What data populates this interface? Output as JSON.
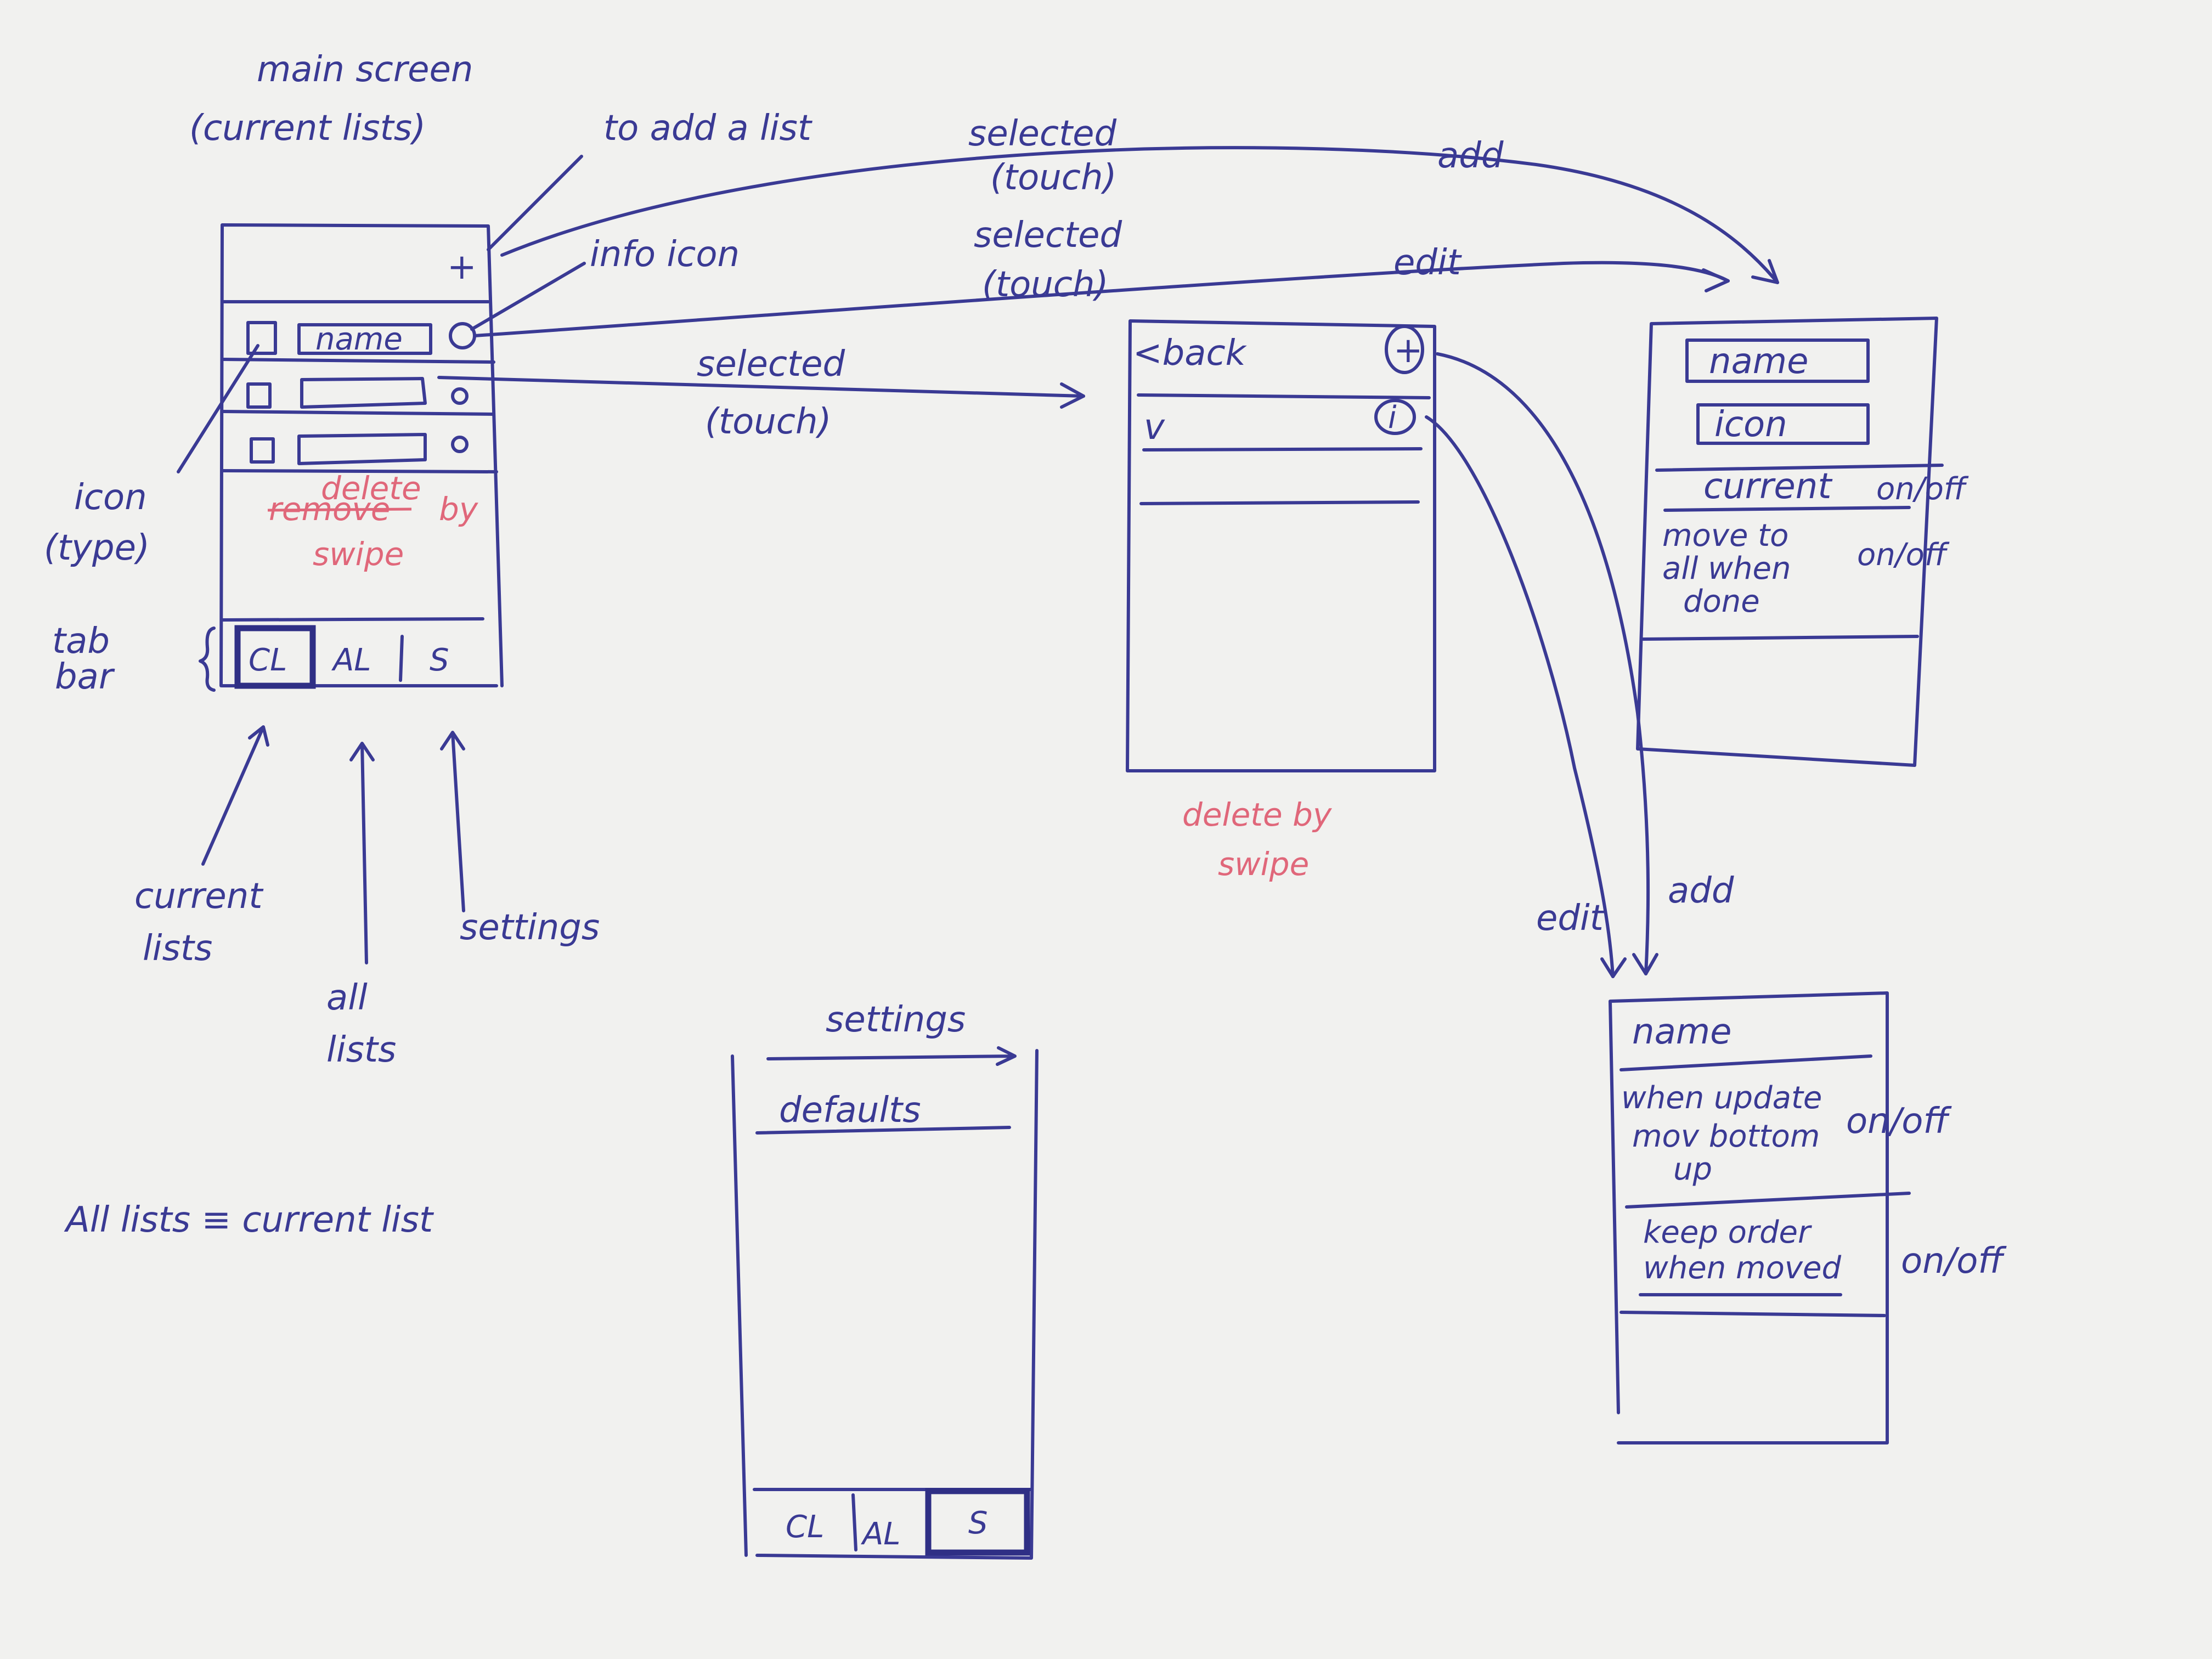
{
  "annotations": {
    "main_title_1": "main screen",
    "main_title_2": "(current lists)",
    "to_add_list": "to add a list",
    "info_icon": "info icon",
    "icon_type_1": "icon",
    "icon_type_2": "(type)",
    "tab_bar_1": "tab",
    "tab_bar_2": "bar",
    "current_lists_1": "current",
    "current_lists_2": "lists",
    "all_lists_1": "all",
    "all_lists_2": "lists",
    "settings_caption": "settings",
    "equivalence": "All lists ≡ current list",
    "selected_1": "selected",
    "touch_1": "(touch)",
    "selected_2": "selected",
    "touch_2": "(touch)",
    "selected_3": "selected",
    "touch_3": "(touch)",
    "add_top": "add",
    "edit_top": "edit",
    "edit_bottom": "edit",
    "add_bottom": "add"
  },
  "main_screen": {
    "add_glyph": "+",
    "row1_name": "name",
    "delete_note_struck": "remove",
    "delete_note_inserted": "delete",
    "delete_note_by": "by",
    "delete_note_swipe": "swipe",
    "tabs": [
      "CL",
      "AL",
      "S"
    ],
    "active_tab": "CL"
  },
  "list_screen": {
    "back": "<back",
    "add_glyph": "+",
    "info_glyph": "i",
    "check_glyph": "v",
    "delete_note_1": "delete by",
    "delete_note_2": "swipe"
  },
  "edit_list_screen": {
    "name_field": "name",
    "icon_field": "icon",
    "current_label": "current",
    "current_toggle": "on/off",
    "move_line_1": "move to",
    "move_line_2": "all when",
    "move_line_3": "done",
    "move_toggle": "on/off"
  },
  "edit_item_screen": {
    "name_label": "name",
    "update_line_1": "when update",
    "update_line_2": "mov bottom",
    "update_line_3": "up",
    "update_toggle": "on/off",
    "order_line_1": "keep order",
    "order_line_2": "when moved",
    "order_toggle": "on/off"
  },
  "settings_screen": {
    "title": "settings",
    "defaults_row": "defaults",
    "tabs": [
      "CL",
      "AL",
      "S"
    ],
    "active_tab": "S"
  },
  "colors": {
    "ink": "#3a3a94",
    "red_ink": "#e0677a",
    "paper": "#f1f1ef"
  }
}
